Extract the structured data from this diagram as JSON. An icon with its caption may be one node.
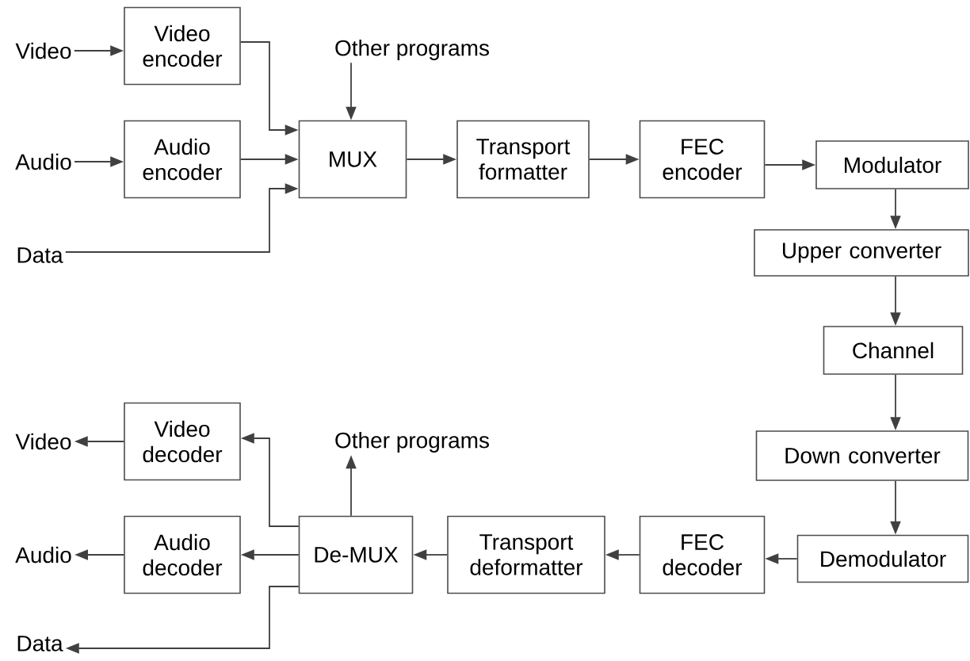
{
  "diagram": {
    "nodes": [
      {
        "text": [
          "Video"
        ]
      },
      {
        "text": [
          "Video encoder"
        ]
      },
      {
        "text": [
          "Other programs"
        ]
      },
      {
        "text": [
          "Audio"
        ]
      },
      {
        "text": [
          "Audio encoder"
        ]
      },
      {
        "text": [
          "MUX"
        ]
      },
      {
        "text": [
          "Transport formatter"
        ]
      },
      {
        "text": [
          "FEC encoder"
        ]
      },
      {
        "text": [
          "Modulator"
        ]
      },
      {
        "text": [
          "Data"
        ]
      },
      {
        "text": [
          "Upper converter"
        ]
      },
      {
        "text": [
          "Channel"
        ]
      },
      {
        "text": [
          "Video"
        ]
      },
      {
        "text": [
          "Video decoder"
        ]
      },
      {
        "text": [
          "Other programs"
        ]
      },
      {
        "text": [
          "Down converter"
        ]
      },
      {
        "text": [
          "Audio"
        ]
      },
      {
        "text": [
          "Audio decoder"
        ]
      },
      {
        "text": [
          "De-MUX"
        ]
      },
      {
        "text": [
          "Transport deformatter"
        ]
      },
      {
        "text": [
          "FEC decoder"
        ]
      },
      {
        "text": [
          "Demodulator"
        ]
      },
      {
        "text": [
          "Data"
        ]
      }
    ],
    "edges": [
      {
        "from": 0,
        "to": 1,
        "arrow": "to"
      },
      {
        "from": 1,
        "to": 5,
        "arrow": "to"
      },
      {
        "from": 2,
        "to": 5,
        "arrow": "to"
      },
      {
        "from": 3,
        "to": 4,
        "arrow": "to"
      },
      {
        "from": 4,
        "to": 5,
        "arrow": "to"
      },
      {
        "from": 9,
        "to": 5,
        "arrow": "to"
      },
      {
        "from": 5,
        "to": 6,
        "arrow": "to"
      },
      {
        "from": 6,
        "to": 7,
        "arrow": "to"
      },
      {
        "from": 7,
        "to": 8,
        "arrow": "to"
      },
      {
        "from": 8,
        "to": 10,
        "arrow": "to"
      },
      {
        "from": 10,
        "to": 11,
        "arrow": "to"
      },
      {
        "from": 11,
        "to": 15,
        "arrow": "to"
      },
      {
        "from": 15,
        "to": 21,
        "arrow": "to"
      },
      {
        "from": 21,
        "to": 20,
        "arrow": "to"
      },
      {
        "from": 20,
        "to": 19,
        "arrow": "to"
      },
      {
        "from": 19,
        "to": 18,
        "arrow": "to"
      },
      {
        "from": 18,
        "to": 13,
        "arrow": "to"
      },
      {
        "from": 18,
        "to": 14,
        "arrow": "to"
      },
      {
        "from": 18,
        "to": 17,
        "arrow": "to"
      },
      {
        "from": 18,
        "to": 22,
        "arrow": "to"
      },
      {
        "from": 13,
        "to": 12,
        "arrow": "to"
      },
      {
        "from": 17,
        "to": 16,
        "arrow": "to"
      }
    ]
  }
}
